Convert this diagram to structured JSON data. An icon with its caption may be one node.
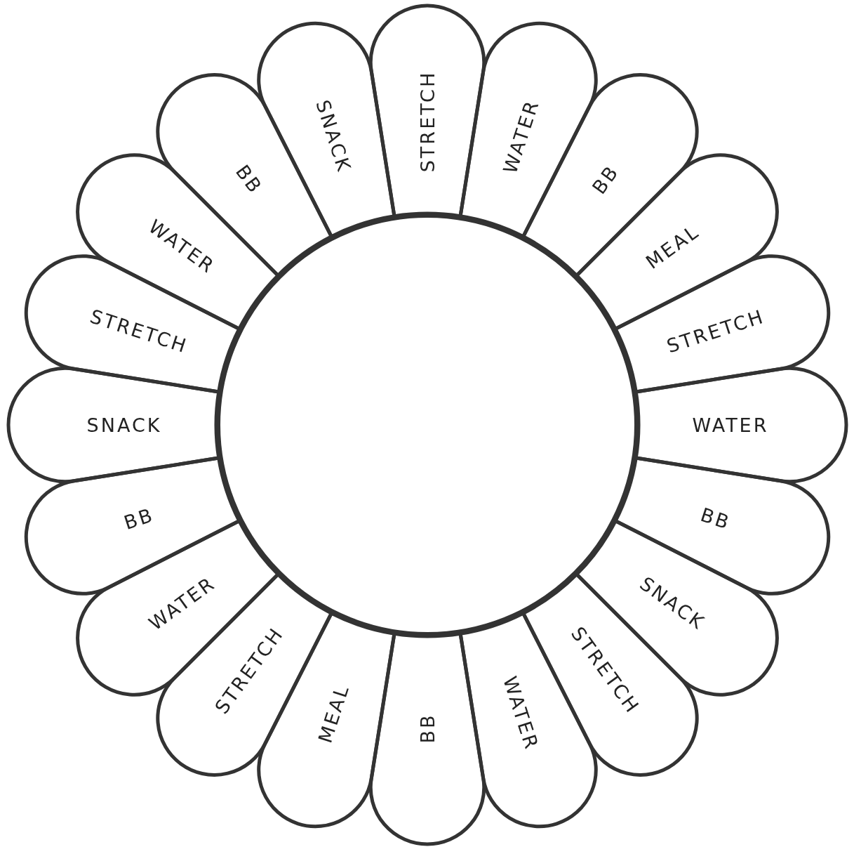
{
  "diagram": {
    "nodes": [
      {
        "text": [],
        "shape": "circle"
      },
      {
        "text": [
          "STRETCH"
        ]
      },
      {
        "text": [
          "WATER"
        ]
      },
      {
        "text": [
          "BB"
        ]
      },
      {
        "text": [
          "MEAL"
        ]
      },
      {
        "text": [
          "STRETCH"
        ]
      },
      {
        "text": [
          "WATER"
        ]
      },
      {
        "text": [
          "BB"
        ]
      },
      {
        "text": [
          "SNACK"
        ]
      },
      {
        "text": [
          "STRETCH"
        ]
      },
      {
        "text": [
          "WATER"
        ]
      },
      {
        "text": [
          "BB"
        ]
      },
      {
        "text": [
          "MEAL"
        ]
      },
      {
        "text": [
          "STRETCH"
        ]
      },
      {
        "text": [
          "WATER"
        ]
      },
      {
        "text": [
          "BB"
        ]
      },
      {
        "text": [
          "SNACK"
        ]
      },
      {
        "text": [
          "STRETCH"
        ]
      },
      {
        "text": [
          "WATER"
        ]
      },
      {
        "text": [
          "BB"
        ]
      },
      {
        "text": [
          "SNACK"
        ]
      }
    ]
  }
}
